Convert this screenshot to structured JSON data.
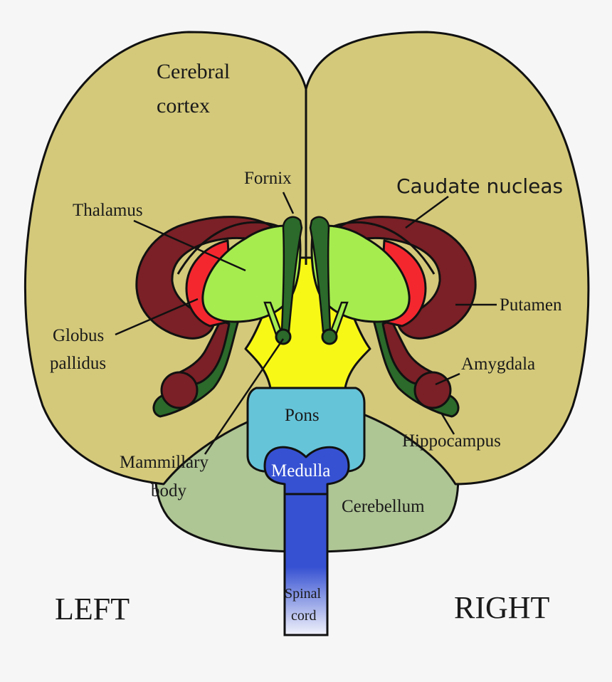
{
  "colors": {
    "background": "#f6f6f6",
    "cortex": "#d4c97a",
    "cerebellum": "#aec594",
    "caudate": "#7a2026",
    "putamen": "#f4272f",
    "thalamus": "#a6ec4f",
    "fornix": "#2b6a2a",
    "hypothalamus": "#f8f817",
    "pons": "#66c4d9",
    "medulla": "#3651d2",
    "medulla_text": "#ffffff"
  },
  "labels": {
    "cerebral_cortex_line1": "Cerebral",
    "cerebral_cortex_line2": "cortex",
    "fornix": "Fornix",
    "caudate_nucleas": "Caudate nucleas",
    "thalamus": "Thalamus",
    "putamen": "Putamen",
    "globus_line1": "Globus",
    "globus_line2": "pallidus",
    "amygdala": "Amygdala",
    "pons": "Pons",
    "hippocampus": "Hippocampus",
    "mammillary_line1": "Mammillary",
    "mammillary_line2": "body",
    "medulla": "Medulla",
    "cerebellum": "Cerebellum",
    "spinal_line1": "Spinal",
    "spinal_line2": "cord",
    "left": "LEFT",
    "right": "RIGHT"
  }
}
